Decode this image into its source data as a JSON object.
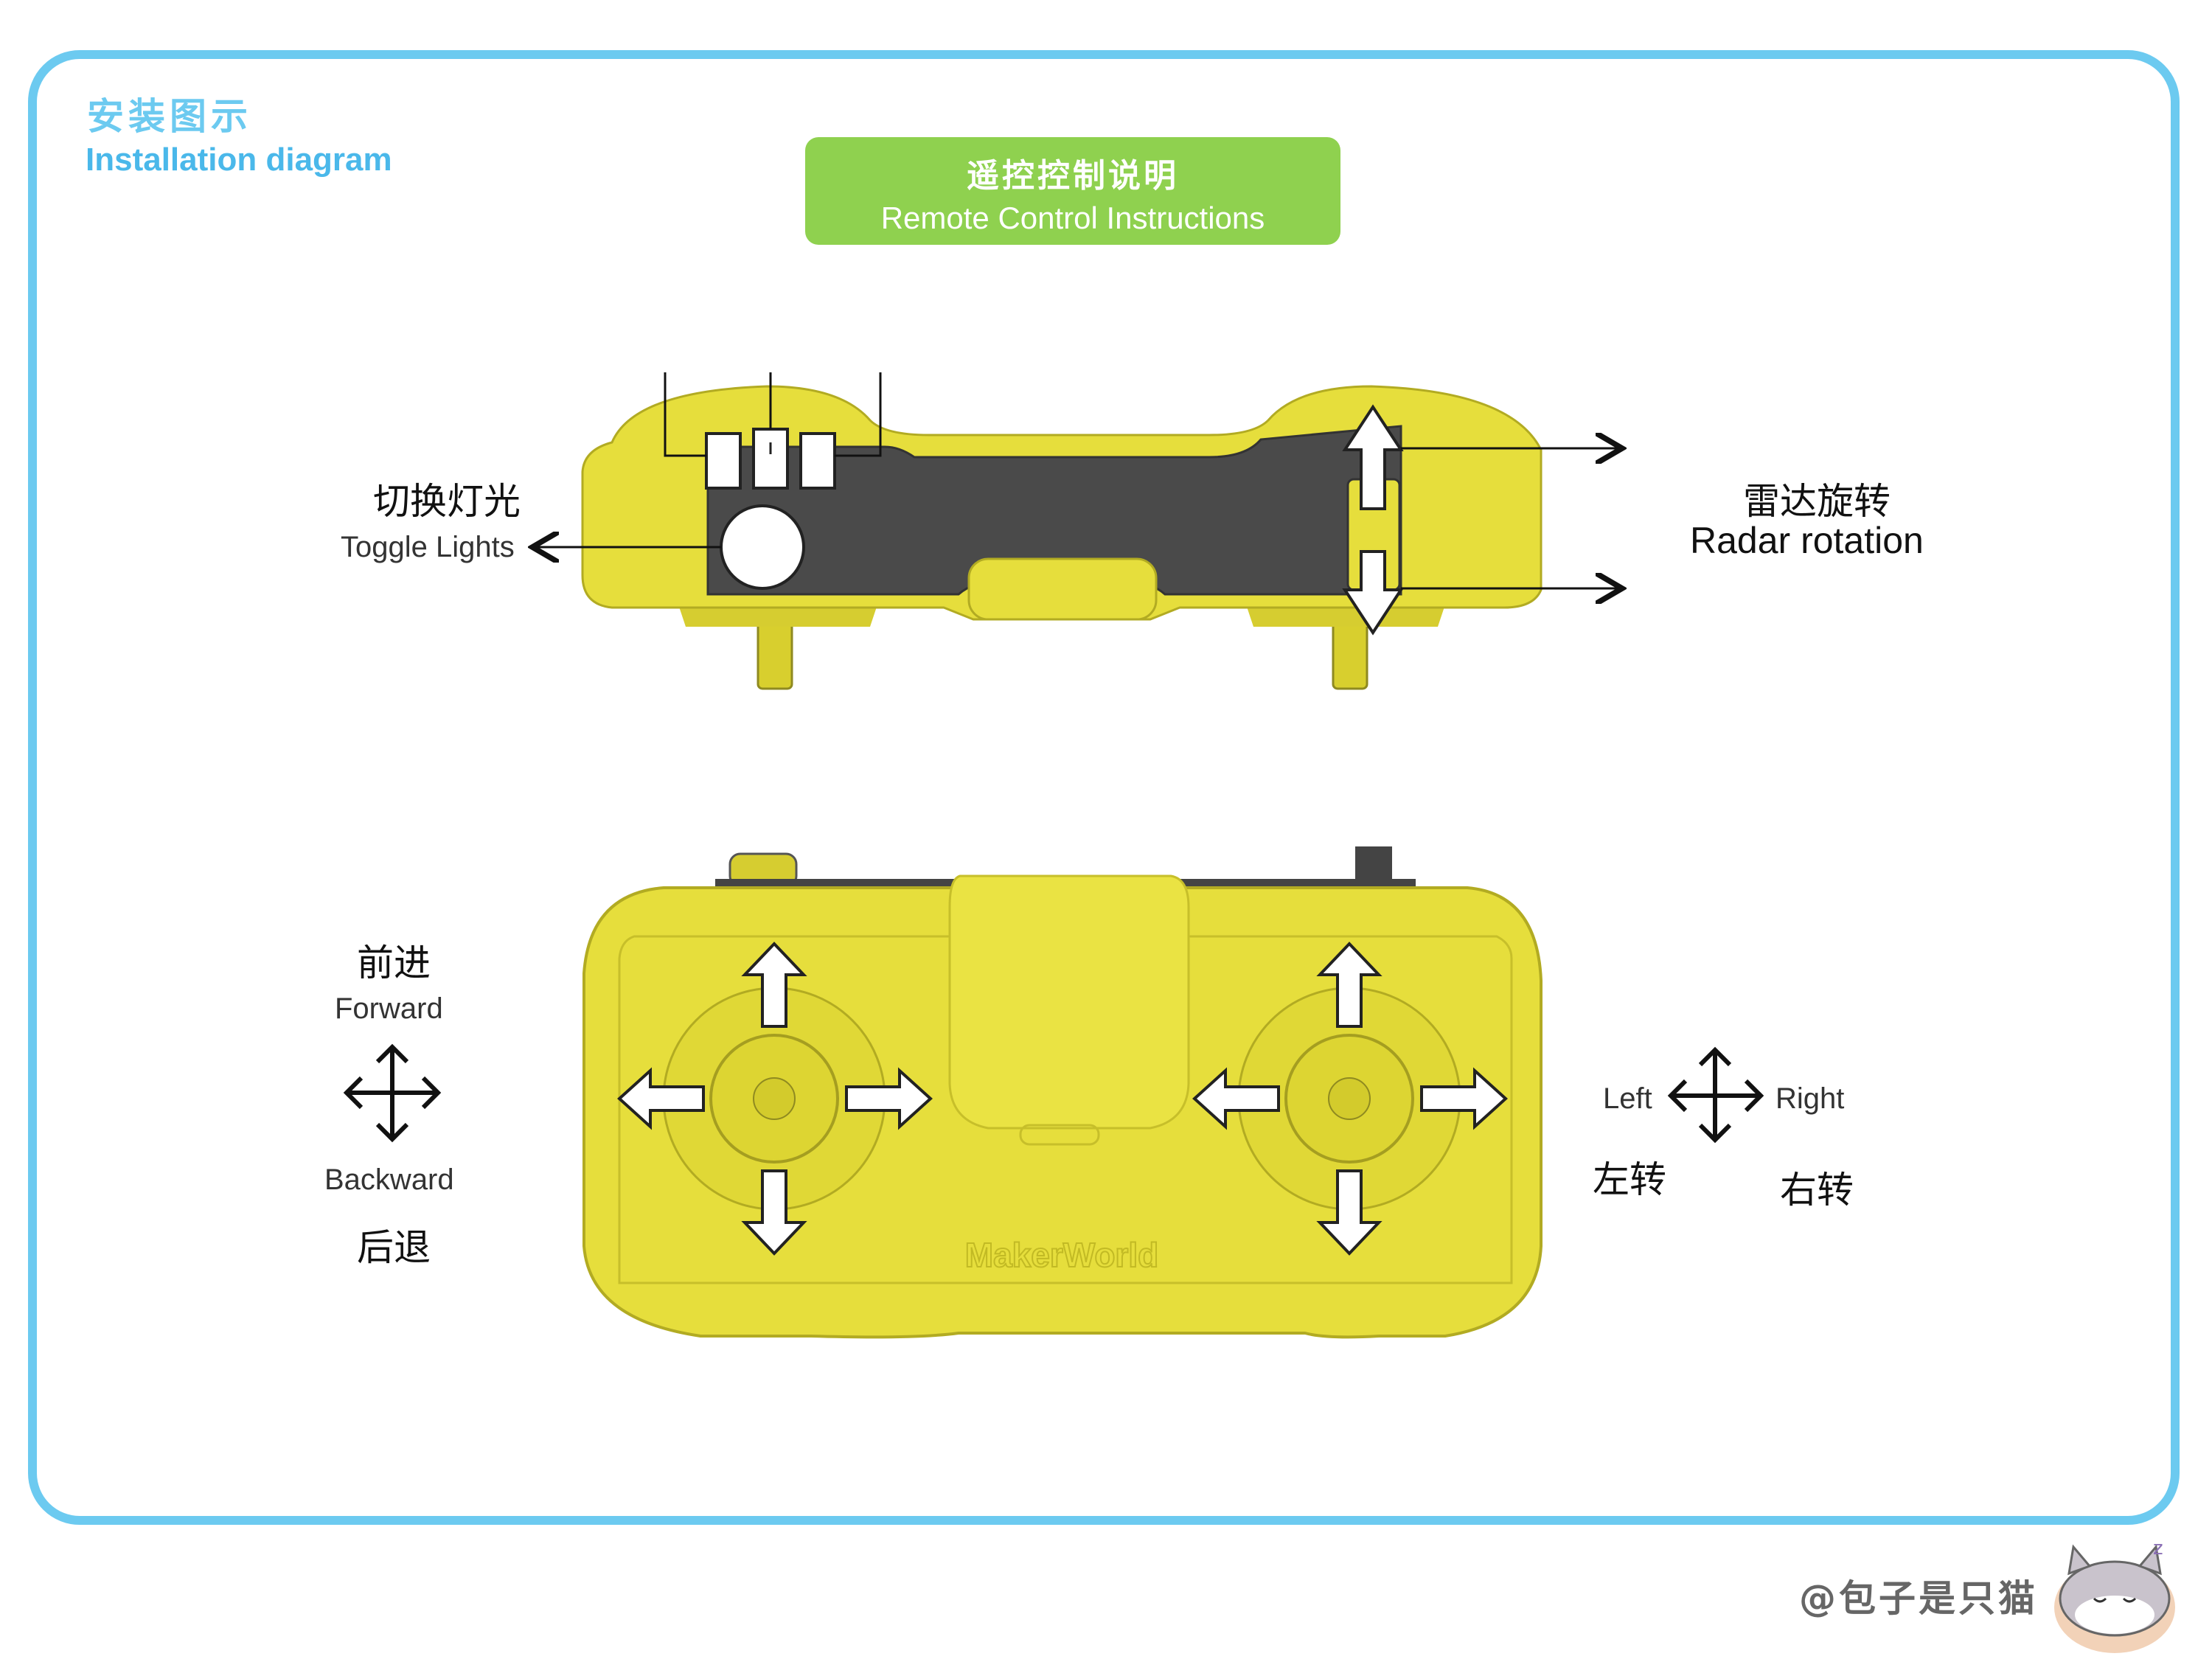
{
  "header": {
    "title_cn": "安装图示",
    "title_en": "Installation diagram"
  },
  "banner": {
    "title_cn": "遥控控制说明",
    "title_en": "Remote Control Instructions"
  },
  "top_view": {
    "toggle_lights_cn": "切换灯光",
    "toggle_lights_en": "Toggle Lights",
    "radar_rotation_cn": "雷达旋转",
    "radar_rotation_en": "Radar rotation"
  },
  "front_view": {
    "forward_cn": "前进",
    "forward_en": "Forward",
    "backward_en": "Backward",
    "backward_cn": "后退",
    "left_en": "Left",
    "right_en": "Right",
    "left_cn": "左转",
    "right_cn": "右转",
    "brand_mark": "MakerWorld"
  },
  "footer": {
    "signature": "@包子是只猫"
  },
  "colors": {
    "frame": "#6ccaf0",
    "banner": "#8fd14f",
    "controller_body": "#e6de3c",
    "controller_dark": "#4a4a4a"
  }
}
